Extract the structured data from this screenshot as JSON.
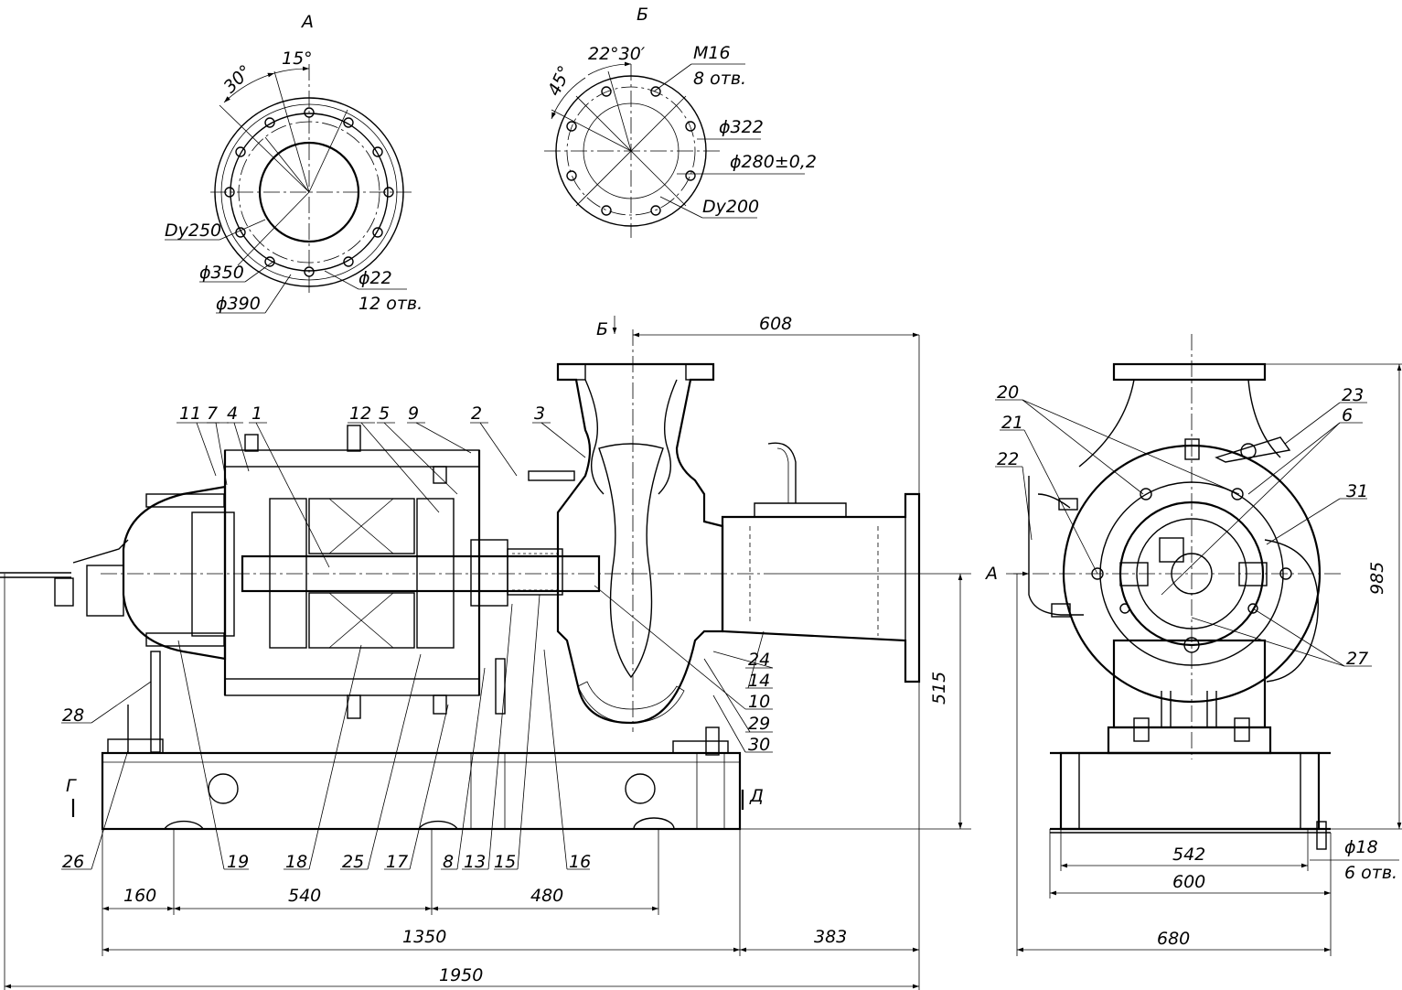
{
  "views": {
    "view_a": {
      "title": "А",
      "angle_30": "30°",
      "angle_15": "15°",
      "dy": "Dy250",
      "d350": "ϕ350",
      "d390": "ϕ390",
      "d22": "ϕ22",
      "holes": "12 отв."
    },
    "view_b": {
      "title": "Б",
      "angle_45": "45°",
      "angle_22": "22°30′",
      "thread": "M16",
      "holes": "8 отв.",
      "d322": "ϕ322",
      "d280": "ϕ280±0,2",
      "dy": "Dy200"
    },
    "section_marks": {
      "b": "Б",
      "a": "А",
      "g": "Г",
      "d": "Д"
    }
  },
  "dimensions": {
    "d608": "608",
    "d515": "515",
    "d985": "985",
    "d160": "160",
    "d540": "540",
    "d480": "480",
    "d1350": "1350",
    "d383": "383",
    "d1950": "1950",
    "d542": "542",
    "d600": "600",
    "d680": "680",
    "d18": "ϕ18",
    "d18_holes": "6 отв."
  },
  "part_labels": {
    "main_top": [
      "11",
      "7",
      "4",
      "1",
      "12",
      "5",
      "9",
      "2",
      "3"
    ],
    "main_right": [
      "24",
      "14",
      "10",
      "29",
      "30"
    ],
    "main_bottom": [
      "26",
      "19",
      "18",
      "25",
      "17",
      "8",
      "13",
      "15",
      "16"
    ],
    "main_left": [
      "28"
    ],
    "side_left": [
      "20",
      "21",
      "22"
    ],
    "side_right": [
      "23",
      "6",
      "31",
      "27"
    ]
  }
}
